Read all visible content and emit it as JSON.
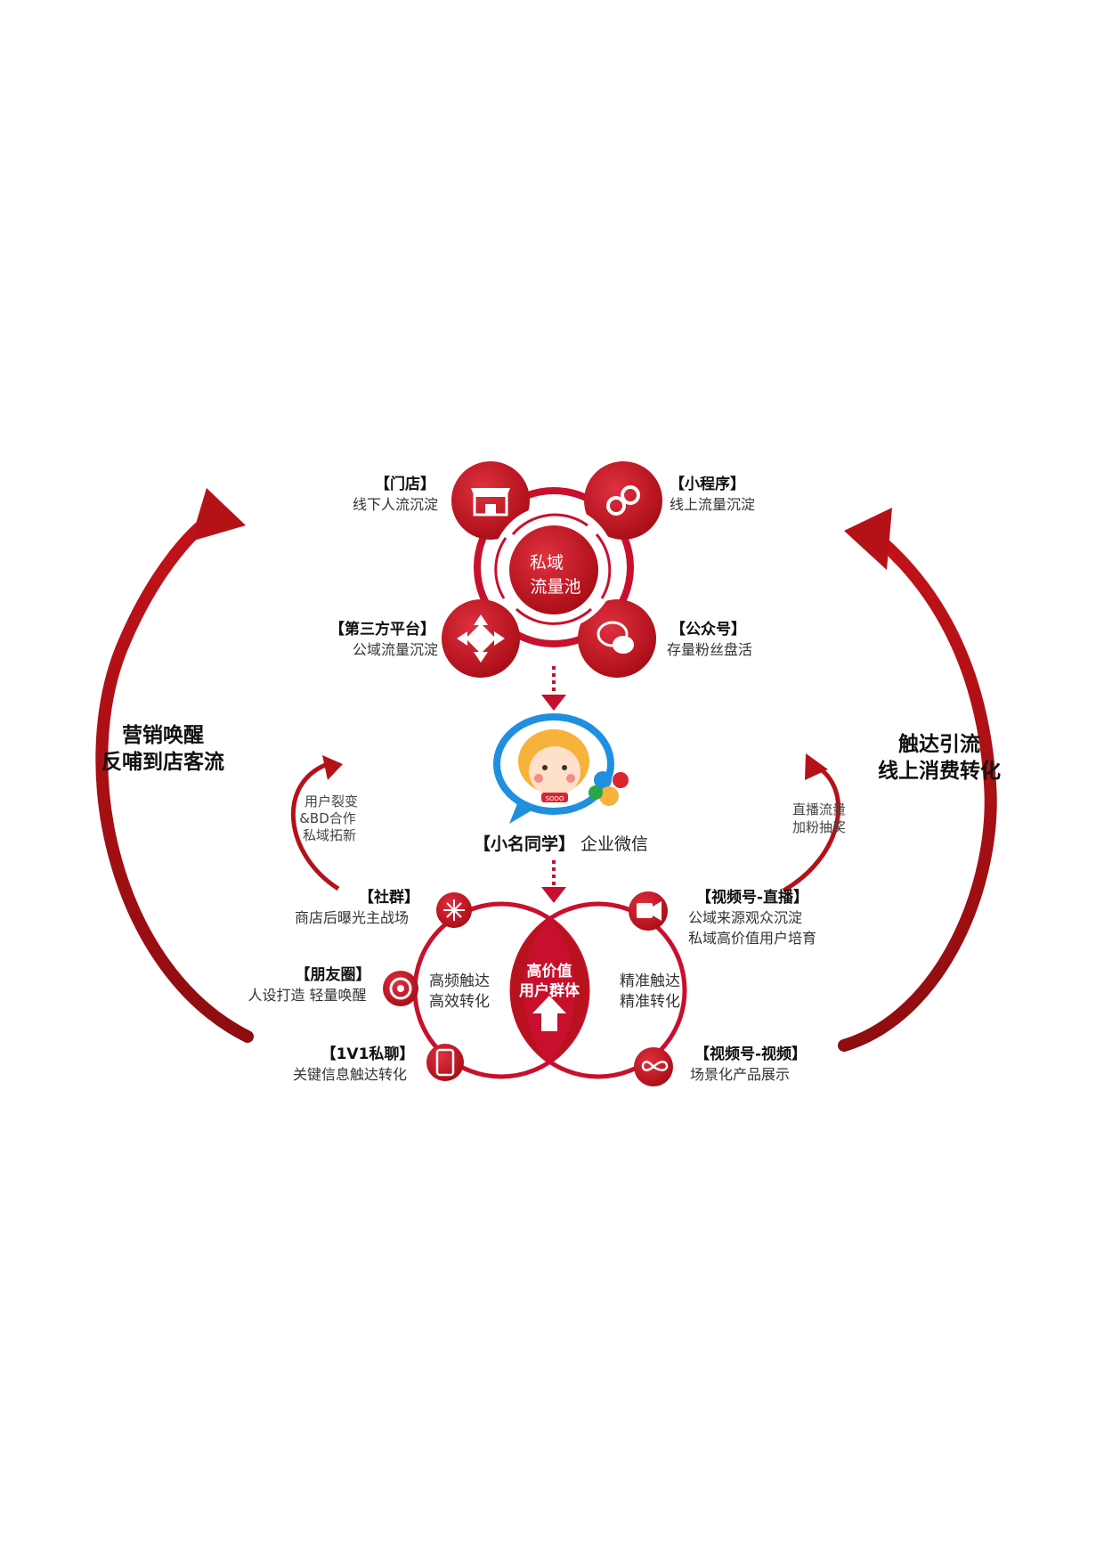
{
  "center_pool": {
    "line1": "私域",
    "line2": "流量池"
  },
  "nodes": {
    "store": {
      "title": "【门店】",
      "desc": "线下人流沉淀",
      "icon": "store-icon"
    },
    "mini_program": {
      "title": "【小程序】",
      "desc": "线上流量沉淀",
      "icon": "mini-program-icon"
    },
    "third_party": {
      "title": "【第三方平台】",
      "desc": "公域流量沉淀",
      "icon": "platform-icon"
    },
    "official_account": {
      "title": "【公众号】",
      "desc": "存量粉丝盘活",
      "icon": "chat-bubble-icon"
    }
  },
  "mascot": {
    "badge": "SODO",
    "caption_bold": "【小名同学】",
    "caption": "企业微信"
  },
  "left_loop": {
    "line1": "营销唤醒",
    "line2": "反哺到店客流"
  },
  "right_loop": {
    "line1": "触达引流",
    "line2": "线上消费转化"
  },
  "left_small_arc": {
    "line1": "用户裂变",
    "line2": "&BD合作",
    "line3": "私域拓新"
  },
  "right_small_arc": {
    "line1": "直播流量",
    "line2": "加粉抽奖"
  },
  "venn": {
    "center_line1": "高价值",
    "center_line2": "用户群体",
    "left_line1": "高频触达",
    "left_line2": "高效转化",
    "right_line1": "精准触达",
    "right_line2": "精准转化"
  },
  "channels": {
    "community": {
      "title": "【社群】",
      "desc": "商店后曝光主战场",
      "icon": "community-icon"
    },
    "moments": {
      "title": "【朋友圈】",
      "desc": "人设打造 轻量唤醒",
      "icon": "aperture-icon"
    },
    "private_chat": {
      "title": "【1V1私聊】",
      "desc": "关键信息触达转化",
      "icon": "phone-icon"
    },
    "live": {
      "title": "【视频号-直播】",
      "desc1": "公域来源观众沉淀",
      "desc2": "私域高价值用户培育",
      "icon": "video-camera-icon"
    },
    "video": {
      "title": "【视频号-视频】",
      "desc": "场景化产品展示",
      "icon": "butterfly-icon"
    }
  },
  "colors": {
    "red": "#c8102e",
    "dark_red": "#9e0b0f",
    "arrow_red": "#b51218",
    "blue": "#1f8fe0"
  }
}
